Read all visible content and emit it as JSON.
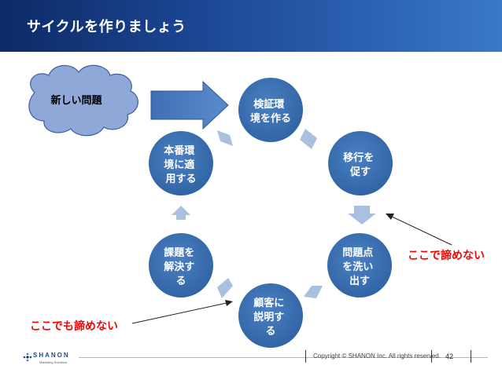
{
  "title": "サイクルを作りましょう",
  "cloud_label": "新しい問題",
  "nodes": [
    {
      "id": "n1",
      "lines": [
        "検証環",
        "境を作る"
      ]
    },
    {
      "id": "n2",
      "lines": [
        "移行を",
        "促す"
      ]
    },
    {
      "id": "n3",
      "lines": [
        "問題点",
        "を洗い",
        "出す"
      ]
    },
    {
      "id": "n4",
      "lines": [
        "顧客に",
        "説明す",
        "る"
      ]
    },
    {
      "id": "n5",
      "lines": [
        "課題を",
        "解決す",
        "る"
      ]
    },
    {
      "id": "n6",
      "lines": [
        "本番環",
        "境に適",
        "用する"
      ]
    }
  ],
  "callouts": {
    "right": "ここで諦めない",
    "left": "ここでも諦めない"
  },
  "footer": {
    "copyright": "Copyright © SHANON Inc. All rights reserved.",
    "page": "42",
    "logo": "SHANON",
    "logo_sub": "Marketing Solutions"
  },
  "colors": {
    "header_dark": "#0d2a66",
    "header_light": "#3a78c8",
    "node_fill": "#3a6fb0",
    "connector_arrow": "#a9c0df",
    "big_arrow": "#4a7cbf",
    "cloud_fill": "#8fa8d8",
    "callout_red": "#ff0000"
  }
}
